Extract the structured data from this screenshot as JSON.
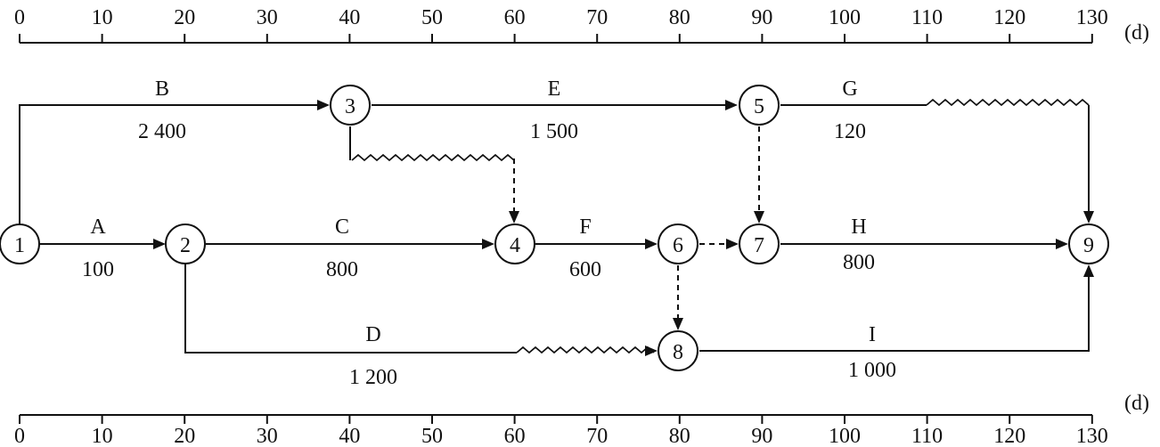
{
  "time_scale": {
    "ticks": [
      "0",
      "10",
      "20",
      "30",
      "40",
      "50",
      "60",
      "70",
      "80",
      "90",
      "100",
      "110",
      "120",
      "130"
    ],
    "unit": "(d)"
  },
  "nodes": [
    {
      "id": "1",
      "label": "1"
    },
    {
      "id": "2",
      "label": "2"
    },
    {
      "id": "3",
      "label": "3"
    },
    {
      "id": "4",
      "label": "4"
    },
    {
      "id": "5",
      "label": "5"
    },
    {
      "id": "6",
      "label": "6"
    },
    {
      "id": "7",
      "label": "7"
    },
    {
      "id": "8",
      "label": "8"
    },
    {
      "id": "9",
      "label": "9"
    }
  ],
  "activities": [
    {
      "name": "A",
      "cost": "100",
      "from": "1",
      "to": "2"
    },
    {
      "name": "B",
      "cost": "2 400",
      "from": "1",
      "to": "3"
    },
    {
      "name": "C",
      "cost": "800",
      "from": "2",
      "to": "4"
    },
    {
      "name": "D",
      "cost": "1 200",
      "from": "2",
      "to": "8"
    },
    {
      "name": "E",
      "cost": "1 500",
      "from": "3",
      "to": "5"
    },
    {
      "name": "F",
      "cost": "600",
      "from": "4",
      "to": "6"
    },
    {
      "name": "G",
      "cost": "120",
      "from": "5",
      "to": "9"
    },
    {
      "name": "H",
      "cost": "800",
      "from": "7",
      "to": "9"
    },
    {
      "name": "I",
      "cost": "1 000",
      "from": "8",
      "to": "9"
    }
  ],
  "dummy_activities": [
    {
      "from": "3",
      "to": "4"
    },
    {
      "from": "5",
      "to": "7"
    },
    {
      "from": "6",
      "to": "7"
    },
    {
      "from": "6",
      "to": "8"
    }
  ]
}
